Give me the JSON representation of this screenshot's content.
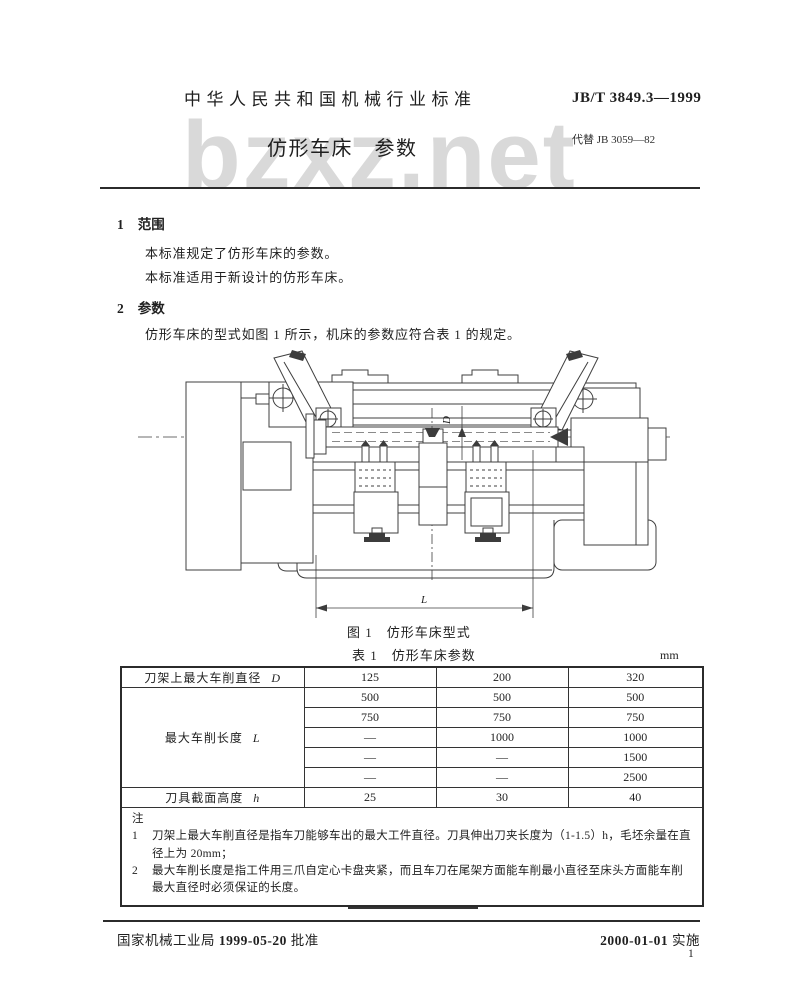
{
  "page": {
    "header": {
      "org_line": "中华人民共和国机械行业标准",
      "std_code": "JB/T 3849.3—1999",
      "title": "仿形车床　参数",
      "replaces": "代替 JB 3059—82",
      "watermark": "bzxz.net"
    },
    "sections": {
      "s1": {
        "num": "1",
        "title": "范围",
        "p1": "本标准规定了仿形车床的参数。",
        "p2": "本标准适用于新设计的仿形车床。"
      },
      "s2": {
        "num": "2",
        "title": "参数",
        "p1": "仿形车床的型式如图 1 所示，机床的参数应符合表 1 的规定。"
      }
    },
    "figure": {
      "caption": "图 1　仿形车床型式",
      "dim_d": "D",
      "dim_l": "L"
    },
    "table": {
      "caption": "表 1　仿形车床参数",
      "unit": "mm",
      "diameter": {
        "label": "刀架上最大车削直径",
        "symbol": "D",
        "values": [
          "125",
          "200",
          "320"
        ]
      },
      "length": {
        "label": "最大车削长度",
        "symbol": "L",
        "rows": [
          [
            "500",
            "500",
            "500"
          ],
          [
            "750",
            "750",
            "750"
          ],
          [
            "—",
            "1000",
            "1000"
          ],
          [
            "—",
            "—",
            "1500"
          ],
          [
            "—",
            "—",
            "2500"
          ]
        ]
      },
      "height": {
        "label": "刀具截面高度",
        "symbol": "h",
        "values": [
          "25",
          "30",
          "40"
        ]
      },
      "notes": {
        "label": "注",
        "items": [
          {
            "num": "1",
            "text": "刀架上最大车削直径是指车刀能够车出的最大工件直径。刀具伸出刀夹长度为（1-1.5）h，毛坯余量在直径上为 20mm；"
          },
          {
            "num": "2",
            "text": "最大车削长度是指工件用三爪自定心卡盘夹紧，而且车刀在尾架方面能车削最小直径至床头方面能车削最大直径时必须保证的长度。"
          }
        ]
      }
    },
    "footer": {
      "approve_org": "国家机械工业局",
      "approve_date": "1999-05-20",
      "approve_label": "批准",
      "impl_date": "2000-01-01",
      "impl_label": "实施",
      "page_number": "1"
    }
  }
}
